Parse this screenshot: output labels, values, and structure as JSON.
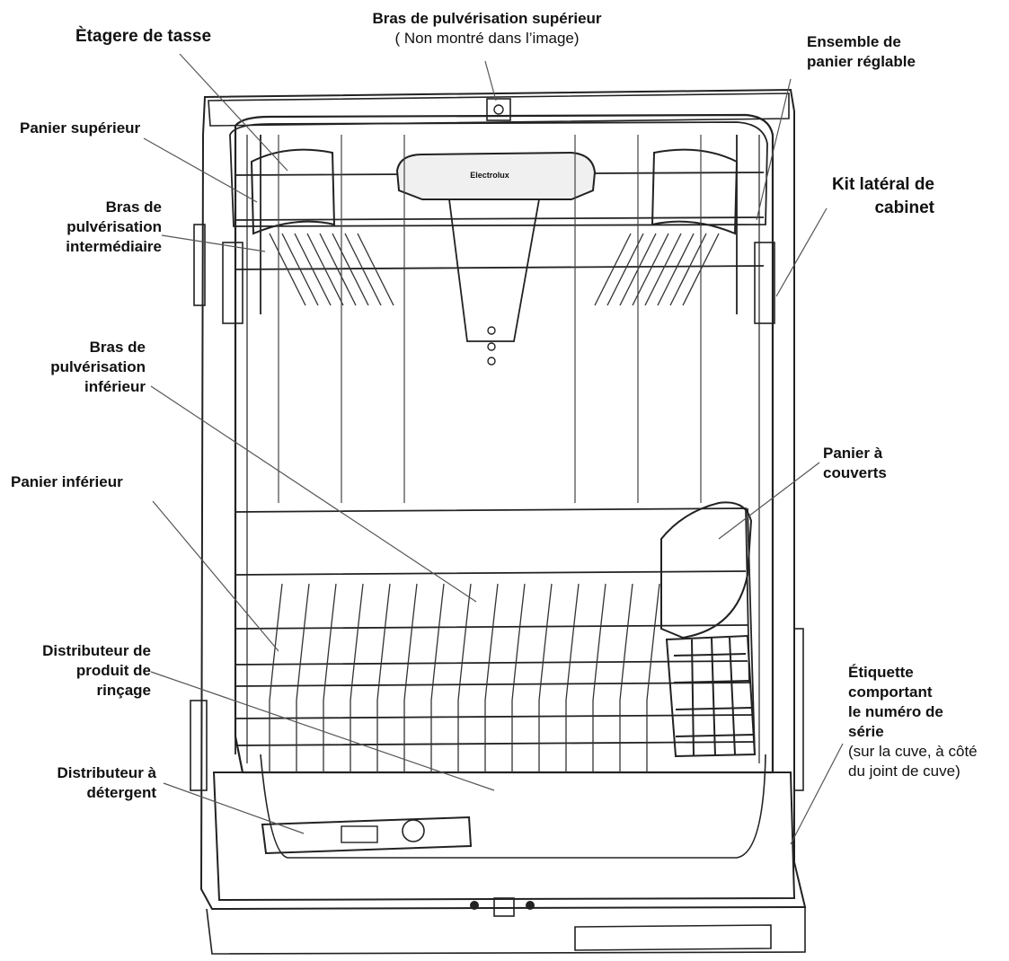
{
  "labels": {
    "etagere_tasse": "Ètagere de tasse",
    "bras_superieur": "Bras de pulvérisation supérieur",
    "bras_superieur_note": "( Non montré dans l’image)",
    "ensemble_panier": [
      "Ensemble de",
      "panier réglable"
    ],
    "panier_superieur": "Panier supérieur",
    "kit_lateral": [
      "Kit latéral de",
      "cabinet"
    ],
    "bras_intermediaire": [
      "Bras de",
      "pulvérisation",
      "intermédiaire"
    ],
    "bras_inferieur": [
      "Bras de",
      "pulvérisation",
      "inférieur"
    ],
    "panier_couverts": [
      "Panier à",
      "couverts"
    ],
    "panier_inferieur": "Panier inférieur",
    "distributeur_rincage": [
      "Distributeur de",
      "produit de",
      "rinçage"
    ],
    "etiquette_serie": [
      "Étiquette",
      "comportant",
      "le numéro de",
      "série"
    ],
    "etiquette_note": [
      "(sur la cuve, à côté",
      "du joint de cuve)"
    ],
    "distributeur_detergent": [
      "Distributeur à",
      "détergent"
    ],
    "brand": "Electrolux"
  },
  "colors": {
    "ink": "#111111",
    "line": "#555555",
    "metal": "#cfcfcf"
  }
}
